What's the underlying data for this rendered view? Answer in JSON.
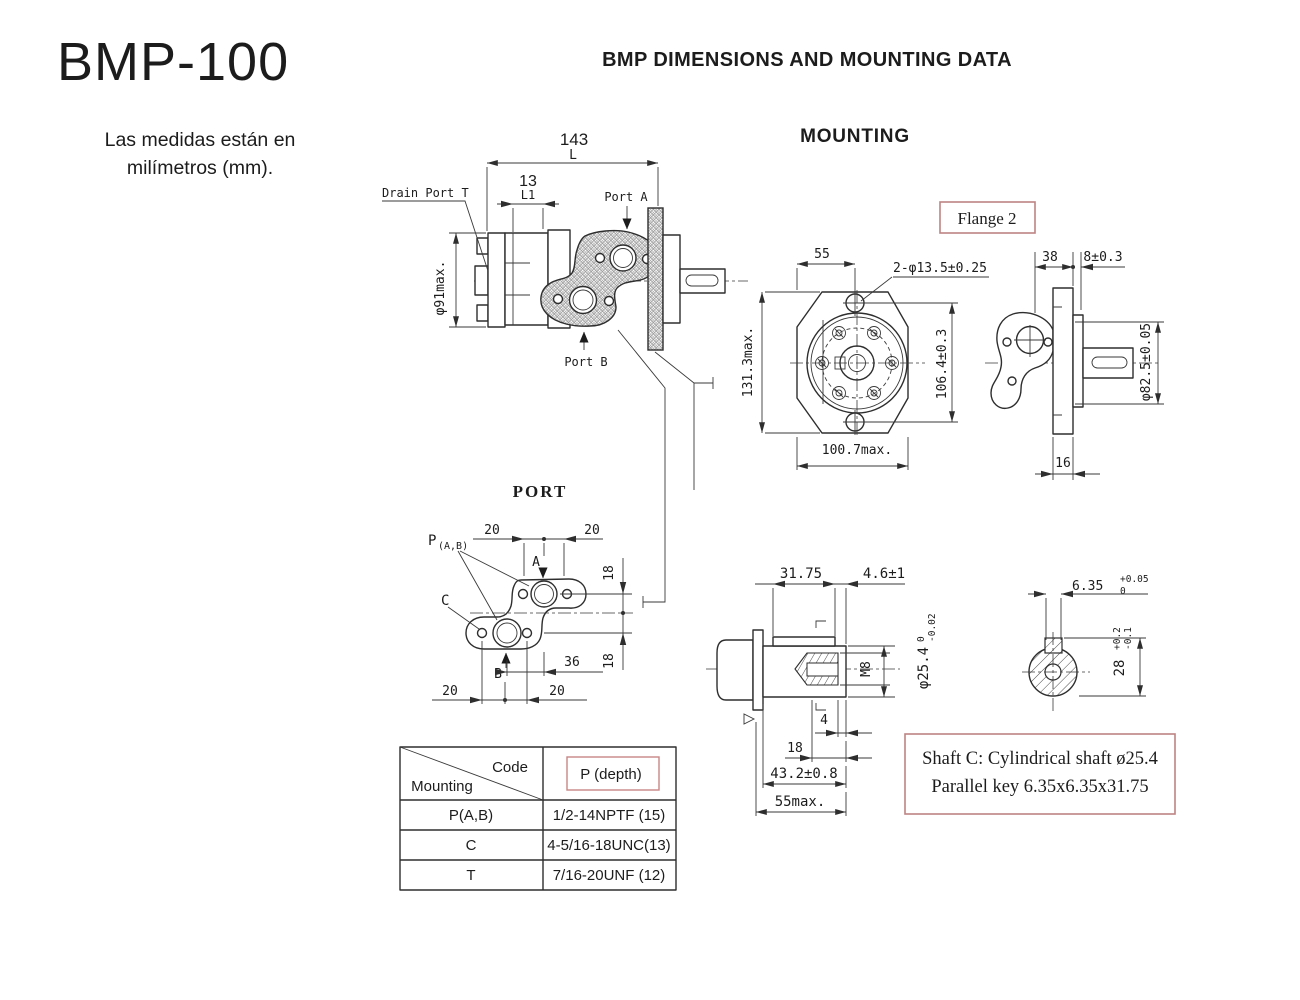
{
  "page": {
    "brand": "BMP-100",
    "note_line1": "Las medidas están en",
    "note_line2": "milímetros (mm).",
    "header": "BMP DIMENSIONS AND  MOUNTING DATA"
  },
  "side_view": {
    "dim_overall": "143",
    "dim_l": "L",
    "dim_13": "13",
    "dim_l1": "L1",
    "drain_label": "Drain Port T",
    "port_a_label": "Port A",
    "port_b_label": "Port B",
    "dim_diameter": "φ91max."
  },
  "mounting": {
    "section_title": "MOUNTING",
    "flange_label": "Flange 2",
    "front": {
      "dim_55": "55",
      "dim_bolt_holes": "2-φ13.5±0.25",
      "dim_height": "131.3max.",
      "dim_bolt_spacing": "106.4±0.3",
      "dim_width": "100.7max."
    },
    "side": {
      "dim_38": "38",
      "dim_8": "8±0.3",
      "dim_pilot": "φ82.5±0.05",
      "dim_16": "16"
    }
  },
  "port_view": {
    "section_title": "PORT",
    "label_p": "P",
    "label_p_sub": "(A,B)",
    "label_a": "A",
    "label_b": "B",
    "label_c": "C",
    "dim_20_top_left": "20",
    "dim_20_top_right": "20",
    "dim_18_upper": "18",
    "dim_18_lower": "18",
    "dim_36": "36",
    "dim_20_bottom_left": "20",
    "dim_20_bottom_right": "20"
  },
  "shaft_view": {
    "dim_key_length": "31.75",
    "dim_key_end": "4.6±1",
    "dim_thread": "M8",
    "dim_shaft_dia": "φ25.4",
    "dim_shaft_dia_sup": "0",
    "dim_shaft_dia_sub": "-0.02",
    "dim_4": "4",
    "dim_18": "18",
    "dim_length": "43.2±0.8",
    "dim_total": "55max.",
    "section": {
      "dim_key_width": "6.35",
      "dim_key_width_sup": "+0.05",
      "dim_key_width_sub": "0",
      "dim_height": "28",
      "dim_height_sup": "+0.2",
      "dim_height_sub": "-0.1"
    }
  },
  "table": {
    "header_code": "Code",
    "header_mounting": "Mounting",
    "header_depth": "P (depth)",
    "rows": [
      {
        "mounting": "P(A,B)",
        "thread": "1/2-14NPTF (15)"
      },
      {
        "mounting": "C",
        "thread": "4-5/16-18UNC(13)"
      },
      {
        "mounting": "T",
        "thread": "7/16-20UNF (12)"
      }
    ]
  },
  "shaft_note": {
    "line1": "Shaft C: Cylindrical shaft ø25.4",
    "line2": "Parallel key 6.35x6.35x31.75"
  },
  "colors": {
    "line": "#2e2e2e",
    "accent_box": "#bd8383",
    "text": "#1c1c1c"
  }
}
